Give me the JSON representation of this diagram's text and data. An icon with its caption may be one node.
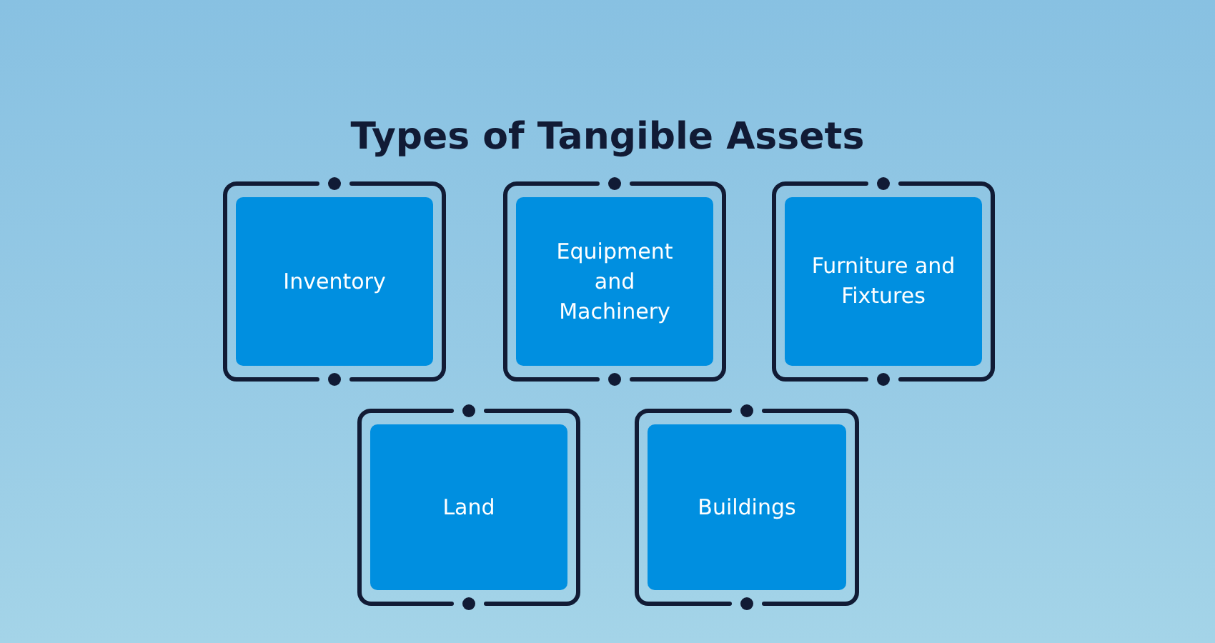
{
  "diagram": {
    "title": "Types of Tangible Assets",
    "nodes": [
      {
        "text": [
          "Inventory"
        ]
      },
      {
        "text": [
          "Equipment and Machinery"
        ]
      },
      {
        "text": [
          "Furniture and Fixtures"
        ]
      },
      {
        "text": [
          "Land"
        ]
      },
      {
        "text": [
          "Buildings"
        ]
      }
    ]
  }
}
